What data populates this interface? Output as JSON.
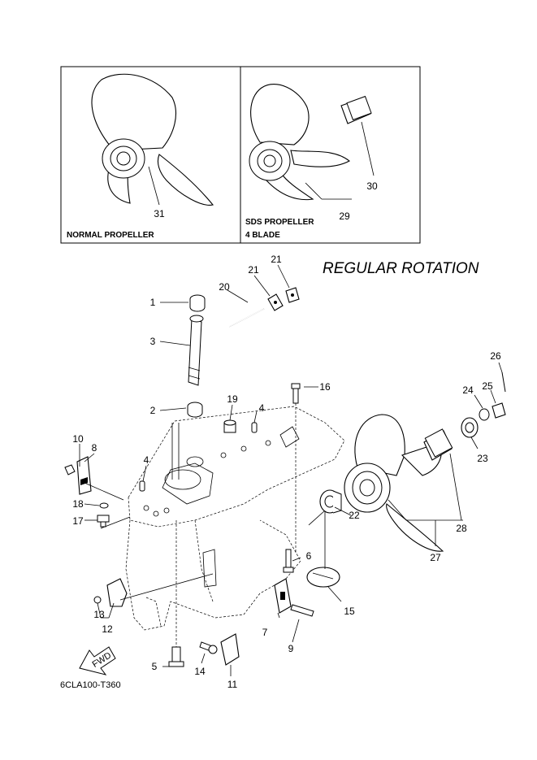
{
  "title": "REGULAR ROTATION",
  "drawing_code": "6CLA100-T360",
  "fwd_arrow_label": "FWD",
  "panels": {
    "normal": {
      "caption": "NORMAL PROPELLER"
    },
    "sds": {
      "caption_line1": "SDS PROPELLER",
      "caption_line2": "4 BLADE"
    }
  },
  "callouts": {
    "c1": "1",
    "c2": "2",
    "c3": "3",
    "c4a": "4",
    "c4b": "4",
    "c5": "5",
    "c6": "6",
    "c7": "7",
    "c8": "8",
    "c9": "9",
    "c10": "10",
    "c11": "11",
    "c12": "12",
    "c13": "13",
    "c14": "14",
    "c15": "15",
    "c16": "16",
    "c17": "17",
    "c18": "18",
    "c19": "19",
    "c20": "20",
    "c21a": "21",
    "c21b": "21",
    "c22": "22",
    "c23": "23",
    "c24": "24",
    "c25": "25",
    "c26": "26",
    "c27": "27",
    "c28": "28",
    "c29": "29",
    "c30": "30",
    "c31": "31"
  }
}
